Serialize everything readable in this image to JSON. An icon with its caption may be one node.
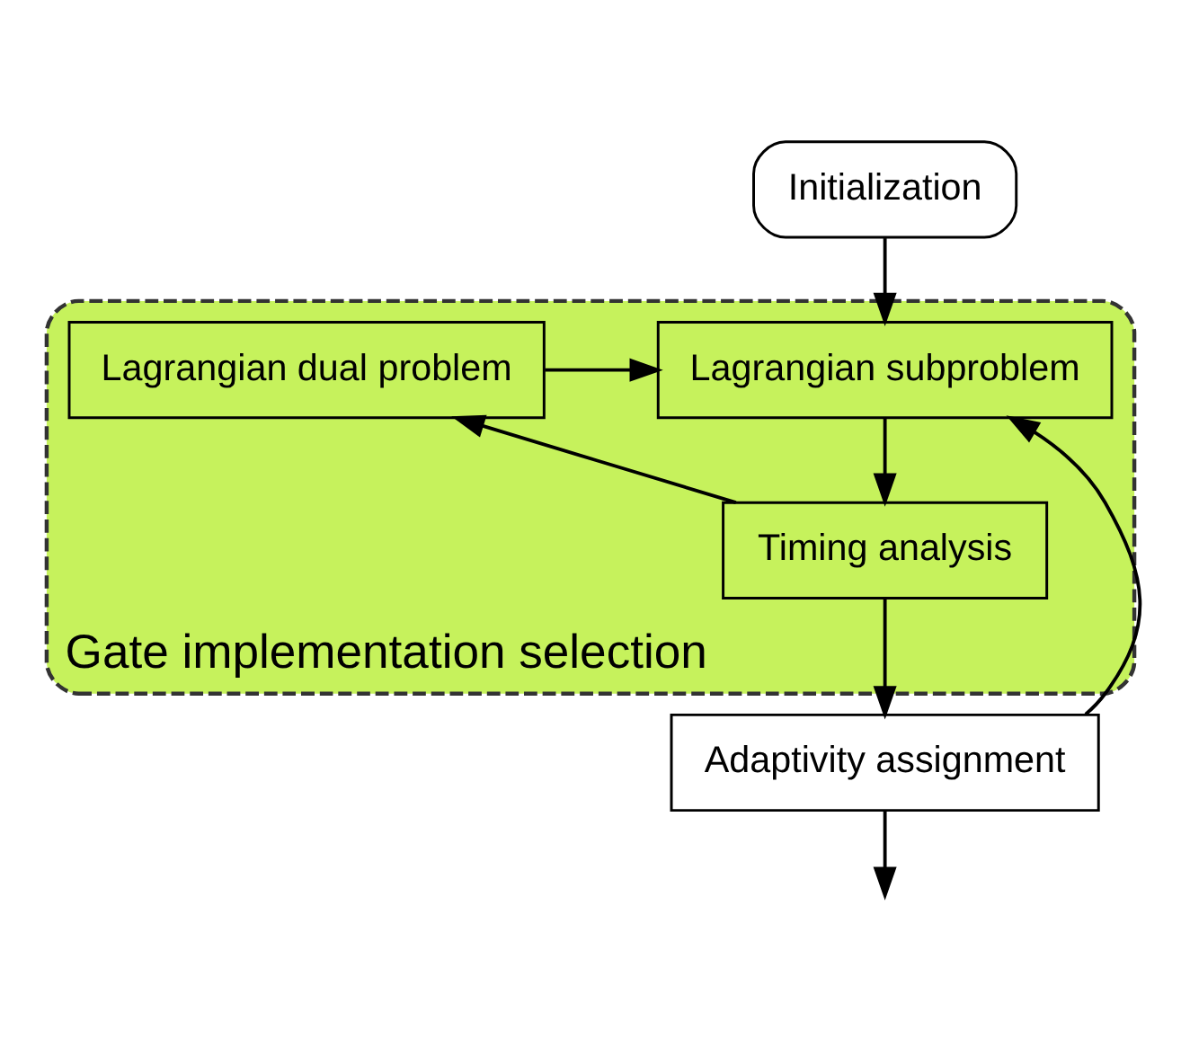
{
  "diagram": {
    "nodes": [
      {
        "text": [
          "Initialization"
        ]
      },
      {
        "text": [
          "Gate implementation selection"
        ]
      },
      {
        "text": [
          "Lagrangian subproblem"
        ],
        "in": 1
      },
      {
        "text": [
          "Lagrangian dual problem"
        ],
        "in": 1
      },
      {
        "text": [
          "Timing analysis"
        ],
        "in": 1
      },
      {
        "text": [
          "Adaptivity assignment"
        ]
      }
    ],
    "edges": [
      {
        "from": 0,
        "to": 2,
        "arrow": "to"
      },
      {
        "from": 3,
        "to": 2,
        "arrow": "to"
      },
      {
        "from": 2,
        "to": 4,
        "arrow": "to"
      },
      {
        "from": 4,
        "to": 3,
        "arrow": "to"
      },
      {
        "from": 4,
        "to": 5,
        "arrow": "to"
      },
      {
        "from": 5,
        "to": 2,
        "arrow": "to"
      },
      {
        "from": 5,
        "to": null,
        "arrow": "to"
      }
    ]
  }
}
